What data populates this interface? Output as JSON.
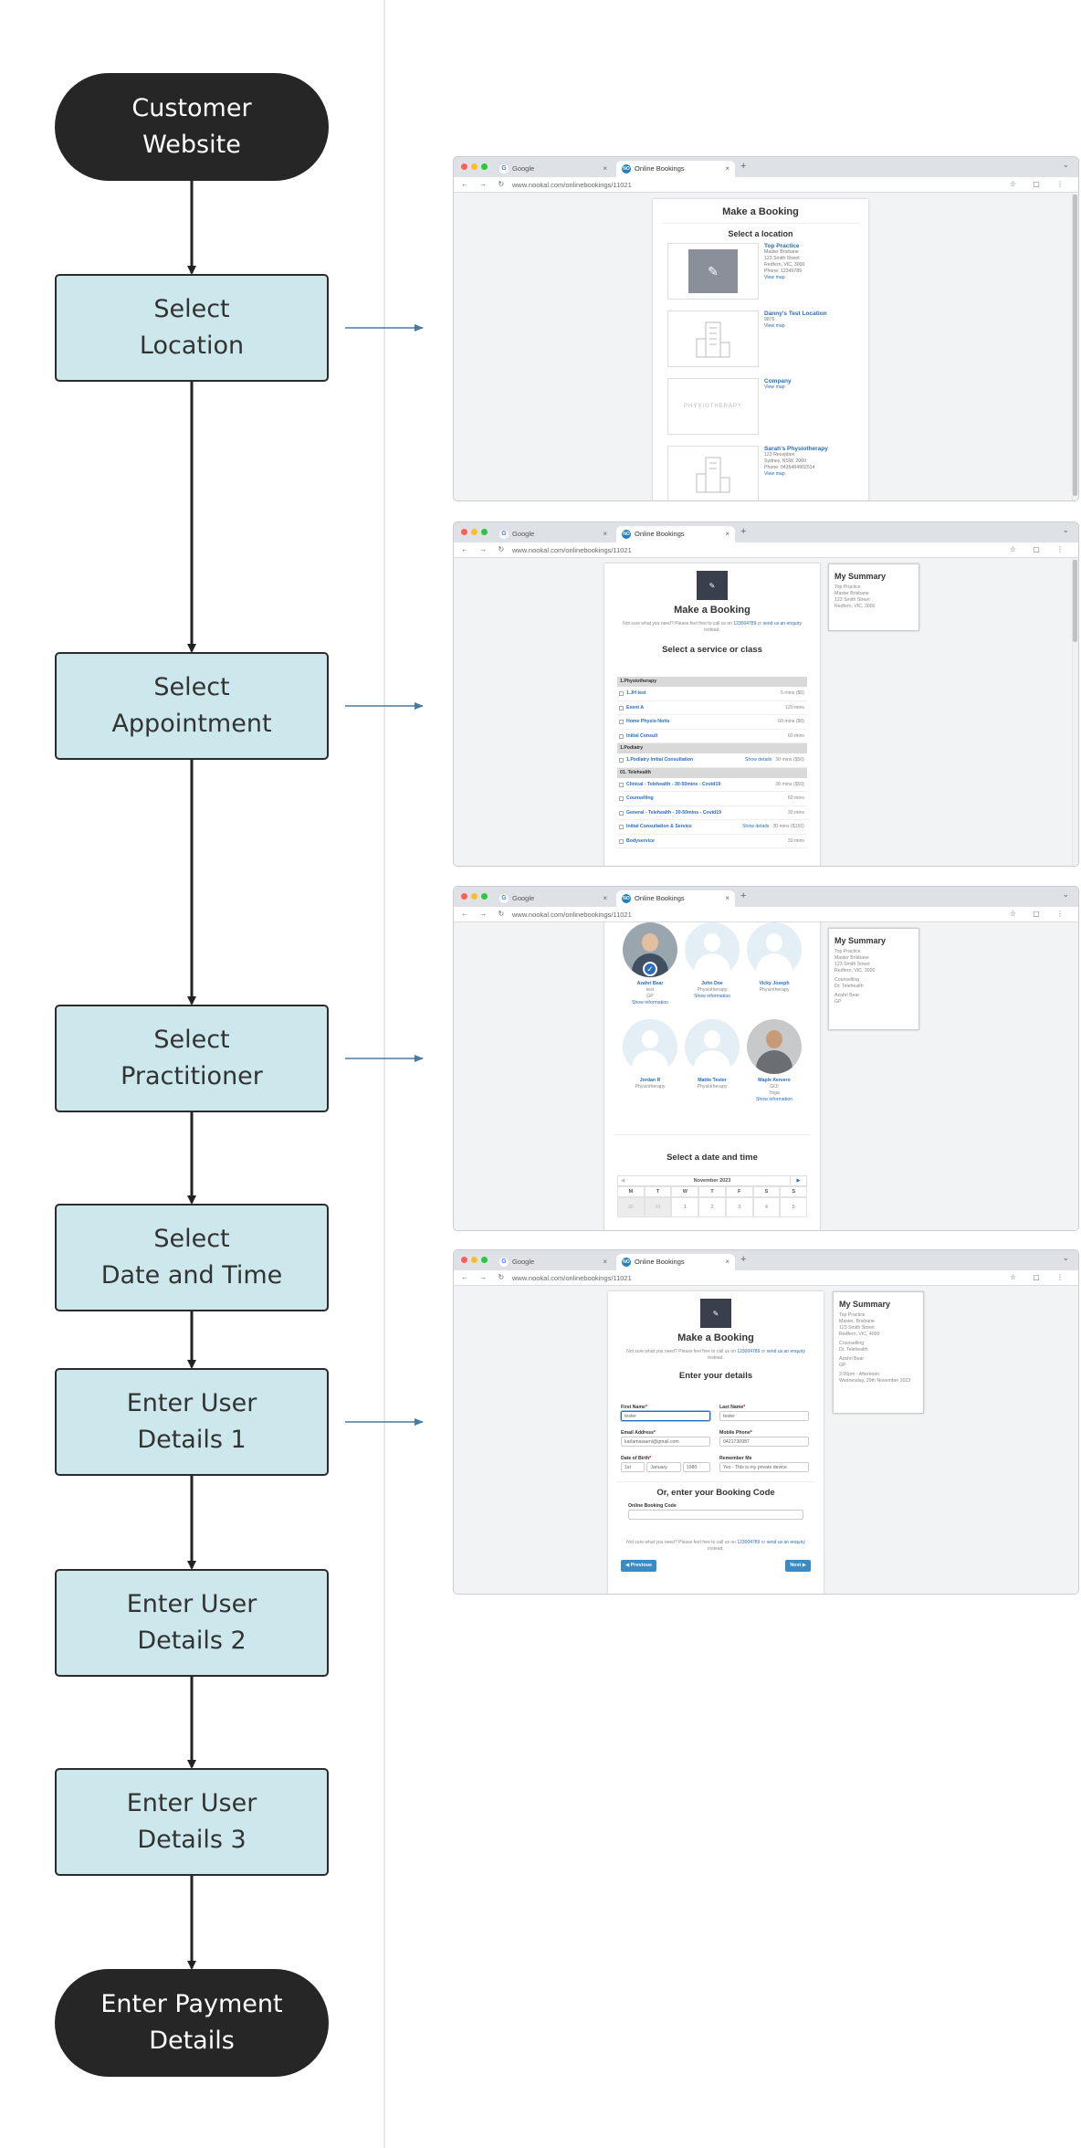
{
  "colors": {
    "terminal_fill": "#262626",
    "process_fill": "#cde8ec",
    "connector": "#222222",
    "side_arrow": "#4a7aa0",
    "link_blue": "#2a6ebb",
    "divider": "#e8e8e8"
  },
  "flow": {
    "nodes": [
      {
        "id": "customer-website",
        "label": "Customer\nWebsite",
        "shape": "terminal"
      },
      {
        "id": "select-location",
        "label": "Select\nLocation",
        "shape": "process"
      },
      {
        "id": "select-appointment",
        "label": "Select\nAppointment",
        "shape": "process"
      },
      {
        "id": "select-practitioner",
        "label": "Select\nPractitioner",
        "shape": "process"
      },
      {
        "id": "select-date-time",
        "label": "Select\nDate and Time",
        "shape": "process"
      },
      {
        "id": "enter-user-details-1",
        "label": "Enter User\nDetails 1",
        "shape": "process"
      },
      {
        "id": "enter-user-details-2",
        "label": "Enter User\nDetails 2",
        "shape": "process"
      },
      {
        "id": "enter-user-details-3",
        "label": "Enter User\nDetails 3",
        "shape": "process"
      },
      {
        "id": "enter-payment-details",
        "label": "Enter Payment\nDetails",
        "shape": "terminal"
      }
    ],
    "edges": [
      {
        "from": "customer-website",
        "to": "select-location"
      },
      {
        "from": "select-location",
        "to": "select-appointment"
      },
      {
        "from": "select-appointment",
        "to": "select-practitioner"
      },
      {
        "from": "select-practitioner",
        "to": "select-date-time"
      },
      {
        "from": "select-date-time",
        "to": "enter-user-details-1"
      },
      {
        "from": "enter-user-details-1",
        "to": "enter-user-details-2"
      },
      {
        "from": "enter-user-details-2",
        "to": "enter-user-details-3"
      },
      {
        "from": "enter-user-details-3",
        "to": "enter-payment-details"
      }
    ],
    "side_links": [
      {
        "from": "select-location",
        "to_screenshot": 0
      },
      {
        "from": "select-appointment",
        "to_screenshot": 1
      },
      {
        "from": "select-practitioner",
        "to_screenshot": 2
      },
      {
        "from": "enter-user-details-1",
        "to_screenshot": 3
      }
    ]
  },
  "browser": {
    "tab1": "Google",
    "tab2": "Online Bookings",
    "url": "www.nookal.com/onlinebookings/11021",
    "google_icon": "G",
    "nookal_icon": "NO"
  },
  "screenshots": [
    {
      "title": "Make a Booking",
      "subtitle": "Select a location",
      "locations": [
        {
          "name": "Top Practice",
          "details": "Master Brisbane\n123 Smith Street\nRedfern, VIC, 3000\nPhone: 12345789",
          "link": "View map",
          "image": "logo"
        },
        {
          "name": "Danny's Test Location",
          "details": "9876",
          "link": "View map",
          "image": "building"
        },
        {
          "name": "Company",
          "details": "",
          "link": "View map",
          "image": "wordmark"
        },
        {
          "name": "Sarah's Physiotherapy",
          "details": "123 Reception\nSydney, NSW, 2000\nPhone: 0435484902514",
          "link": "View map",
          "image": "building"
        }
      ],
      "wordmark": "PHYSIOTHERAPY"
    },
    {
      "title": "Make a Booking",
      "hint": "Not sure what you need? Please feel free to call us on",
      "hint_phone": "123004789",
      "hint_mid": "or",
      "hint_link": "send us an enquiry",
      "hint_end": "instead.",
      "subtitle": "Select a service or class",
      "services": [
        {
          "category": "1.Physiotherapy",
          "items": [
            {
              "name": "1.JH test",
              "detail": "",
              "duration": "5 mins ($0)"
            },
            {
              "name": "Event A",
              "detail": "",
              "duration": "120 mins"
            },
            {
              "name": "Home Physio Notts",
              "detail": "",
              "duration": "60 mins ($0)"
            },
            {
              "name": "Initial Consult",
              "detail": "",
              "duration": "60 mins"
            }
          ]
        },
        {
          "category": "1.Podiatry",
          "items": [
            {
              "name": "1.Podiatry Initial Consultation",
              "detail": "Show details",
              "duration": "30 mins ($50)"
            }
          ]
        },
        {
          "category": "01. Telehealth",
          "items": [
            {
              "name": "Clinical - Telehealth - 30-50mins - Covid19",
              "detail": "",
              "duration": "30 mins ($50)"
            },
            {
              "name": "Counselling",
              "detail": "",
              "duration": "60 mins"
            },
            {
              "name": "General - Telehealth - 30-50mins - Covid19",
              "detail": "",
              "duration": "30 mins"
            },
            {
              "name": "Initial Consultation & Service",
              "detail": "Show details",
              "duration": "30 mins ($150)"
            },
            {
              "name": "Bodyservice",
              "detail": "",
              "duration": "30 mins"
            }
          ]
        }
      ],
      "summary": {
        "title": "My Summary",
        "lines": [
          "Top Practice\nMaster Brisbane\n123 Smith Street\nRedfern, VIC, 3000"
        ]
      }
    },
    {
      "practitioners": [
        {
          "name": "Azahri Bear",
          "role": "test\nGP",
          "link": "Show information",
          "avatar": "photo",
          "selected": true
        },
        {
          "name": "John Doe",
          "role": "Physiotherapy",
          "link": "Show information",
          "avatar": "placeholder",
          "selected": false
        },
        {
          "name": "Vicky Joseph",
          "role": "Physiotherapy",
          "link": "",
          "avatar": "placeholder",
          "selected": false
        },
        {
          "name": "Jordan R",
          "role": "Physiotherapy",
          "link": "",
          "avatar": "placeholder",
          "selected": false
        },
        {
          "name": "Mattie Tester",
          "role": "Physiotherapy",
          "link": "",
          "avatar": "placeholder",
          "selected": false
        },
        {
          "name": "Maple Xervero",
          "role": "GOI\nYoga",
          "link": "Show information",
          "avatar": "photo2",
          "selected": false
        }
      ],
      "date_title": "Select a date and time",
      "month": "November 2023",
      "weekdays": [
        "M",
        "T",
        "W",
        "T",
        "F",
        "S",
        "S"
      ],
      "days": [
        "30",
        "31",
        "1",
        "2",
        "3",
        "4",
        "5"
      ],
      "past_days": [
        0,
        1
      ],
      "summary": {
        "title": "My Summary",
        "lines": [
          "Top Practice\nMaster Brisbane\n123 Smith Street\nRedfern, VIC, 3000",
          "Counselling\nDr. Telehealth",
          "Azahri Bear\nGP"
        ]
      }
    },
    {
      "title": "Make a Booking",
      "hint": "Not sure what you need? Please feel free to call us on",
      "hint_phone": "123004789",
      "hint_mid": "or",
      "hint_link": "send us an enquiry",
      "hint_end": "instead.",
      "subtitle": "Enter your details",
      "fields": {
        "first_name_label": "First Name",
        "first_name_value": "tester",
        "last_name_label": "Last Name",
        "last_name_value": "tester",
        "email_label": "Email Address",
        "email_value": "karlamasaeni@gmail.com",
        "mobile_label": "Mobile Phone",
        "mobile_value": "0421730987",
        "dob_label": "Date of Birth",
        "dob_day": "1st",
        "dob_month": "January",
        "dob_year": "1980",
        "remember_label": "Remember Me",
        "remember_value": "Yes - This is my private device"
      },
      "code_title": "Or, enter your Booking Code",
      "code_label": "Online Booking Code",
      "code_value": "",
      "footer_hint": "Not sure what you need? Please feel free to call us on",
      "footer_phone": "123004789",
      "footer_mid": "or",
      "footer_link": "send us an enquiry",
      "footer_end": "instead.",
      "prev_label": "◀ Previous",
      "next_label": "Next ▶",
      "summary": {
        "title": "My Summary",
        "lines": [
          "Top Practice\nMaster, Brisbane\n123 Smith Street\nRedfern, VIC, 4000",
          "Counselling\nDr. Telehealth",
          "Azahri Bear\nGP",
          "2:00pm - Afternoon\nWednesday, 29th November 2023"
        ]
      }
    }
  ]
}
